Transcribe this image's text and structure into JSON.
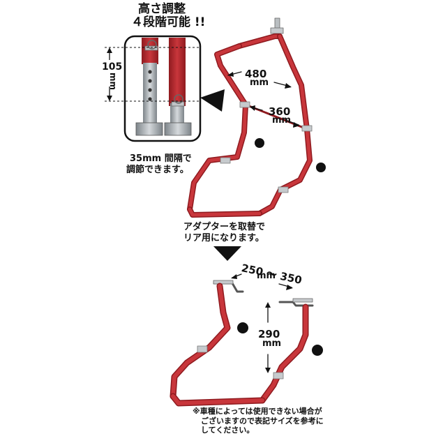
{
  "header": {
    "title_line1": "高さ調整",
    "title_line2": "４段階可能 !!"
  },
  "inset": {
    "height_value": "105",
    "height_unit": "mm"
  },
  "front_stand": {
    "width_top_value": "480",
    "width_top_unit": "mm",
    "width_mid_value": "360",
    "width_mid_unit": "mm"
  },
  "adjust_note": {
    "line1": "35mm 間隔で",
    "line2": "調節できます。"
  },
  "adapter_note": {
    "line1": "アダプターを取替で",
    "line2": "リア用になります。"
  },
  "rear_stand": {
    "width_value": "250 ～ 350",
    "width_unit": "mm",
    "height_value": "290",
    "height_unit": "mm"
  },
  "footnote": {
    "line1": "※車種によっては使用できない場合が",
    "line2": "ございますので表記サイズを参考に",
    "line3": "してください。"
  },
  "colors": {
    "frame_red": "#b3262b",
    "metal": "#9aa0a4",
    "wheel": "#111111"
  }
}
